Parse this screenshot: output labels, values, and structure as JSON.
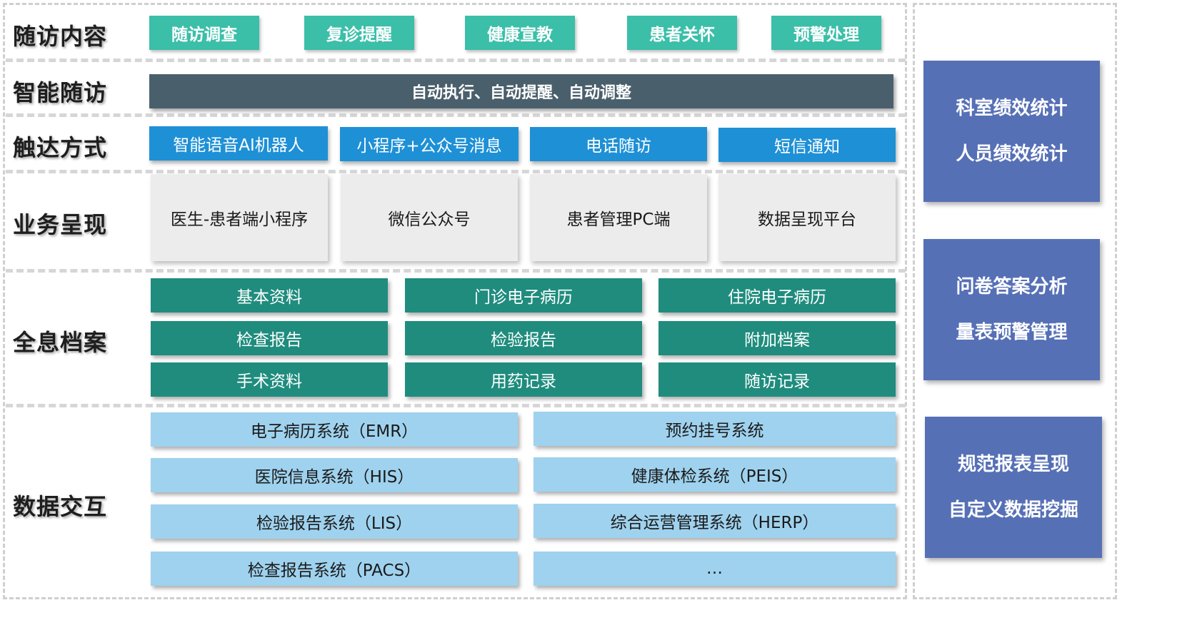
{
  "rows": {
    "follow_content": {
      "label": "随访内容",
      "items": [
        "随访调查",
        "复诊提醒",
        "健康宣教",
        "患者关怀",
        "预警处理"
      ]
    },
    "smart_follow": {
      "label": "智能随访",
      "bar": "自动执行、自动提醒、自动调整"
    },
    "reach": {
      "label": "触达方式",
      "items": [
        "智能语音AI机器人",
        "小程序+公众号消息",
        "电话随访",
        "短信通知"
      ]
    },
    "presentation": {
      "label": "业务呈现",
      "items": [
        "医生-患者端小程序",
        "微信公众号",
        "患者管理PC端",
        "数据呈现平台"
      ]
    },
    "archive": {
      "label": "全息档案",
      "items": [
        "基本资料",
        "门诊电子病历",
        "住院电子病历",
        "检查报告",
        "检验报告",
        "附加档案",
        "手术资料",
        "用药记录",
        "随访记录"
      ]
    },
    "data_exchange": {
      "label": "数据交互",
      "left": [
        "电子病历系统（EMR）",
        "医院信息系统（HIS）",
        "检验报告系统（LIS）",
        "检查报告系统（PACS）"
      ],
      "right": [
        "预约挂号系统",
        "健康体检系统（PEIS）",
        "综合运营管理系统（HERP）",
        "…"
      ]
    }
  },
  "side": [
    [
      "科室绩效统计",
      "人员绩效统计"
    ],
    [
      "问卷答案分析",
      "量表预警管理"
    ],
    [
      "规范报表呈现",
      "自定义数据挖掘"
    ]
  ],
  "colors": {
    "teal_light": "#3bbfa9",
    "dark_bar": "#4a5f6c",
    "blue": "#1e90d6",
    "grey": "#ececec",
    "teal": "#1f8c7e",
    "sky": "#9fd2ee",
    "side_blue": "#5670b6"
  }
}
